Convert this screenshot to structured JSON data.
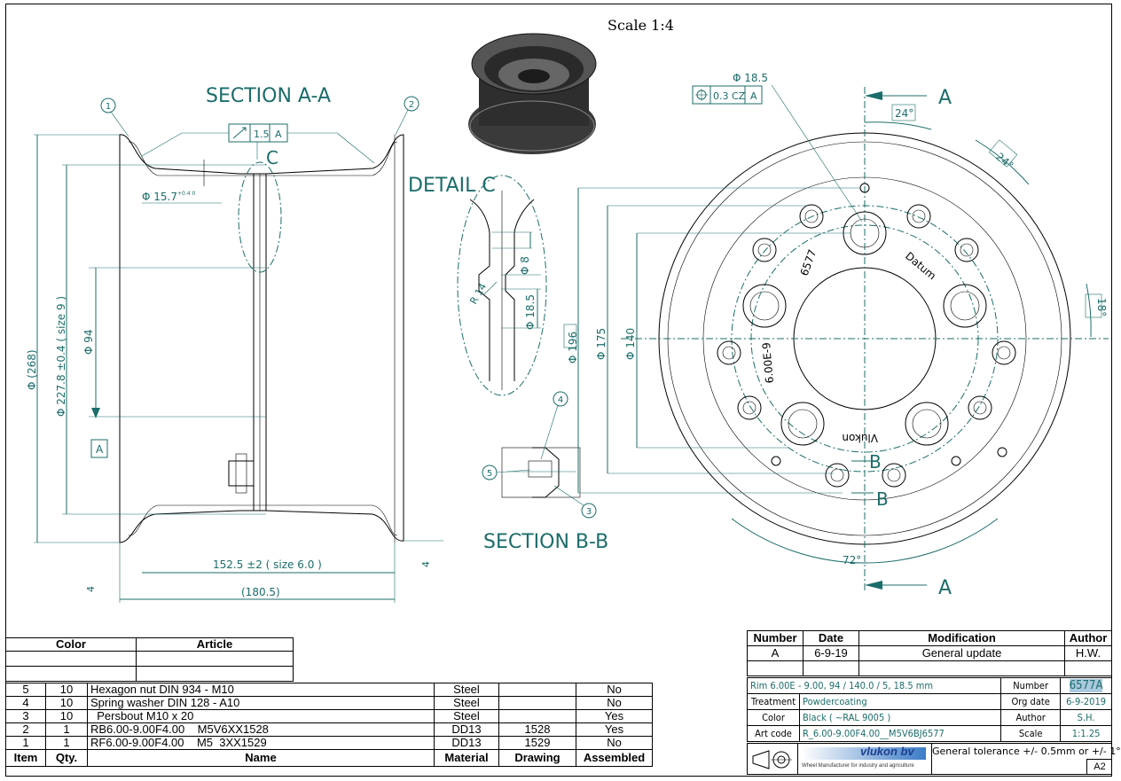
{
  "sheet": {
    "scale_title": "Scale 1:4",
    "section_aa": "SECTION A-A",
    "section_bb": "SECTION B-B",
    "detail_c": "DETAIL C",
    "label_c": "C",
    "label_a": "A",
    "label_b": "B",
    "balloons": [
      "1",
      "2",
      "3",
      "4",
      "5"
    ],
    "dims": {
      "d268": "Φ (268)",
      "d2278": "Φ 227.8 ±0.4 ( size 9 )",
      "d94": "Φ 94",
      "d157": "Φ 15.7",
      "tol157": "+0.4 0",
      "w1525": "152.5 ±2 ( size 6.0 )",
      "w1805": "(180.5)",
      "four": "4",
      "tol_value": "1.5",
      "tol_ref": "A",
      "d185top": "Φ 18.5",
      "pos_tol": "0.3 CZ",
      "pos_ref": "A",
      "a24a": "24°",
      "a24b": "24°",
      "a18": "18°",
      "a72": "72°",
      "d196": "Φ 196",
      "d175": "Φ 175",
      "d140": "Φ 140",
      "r14": "R 14",
      "d8": "Φ 8",
      "d185": "Φ 18.5",
      "stamp_6577": "6577",
      "stamp_datum": "Datum",
      "stamp_size": "6.00E-9",
      "stamp_vlukon": "Vlukon"
    }
  },
  "bom": {
    "top_headers": [
      "Color",
      "Article"
    ],
    "rows": [
      {
        "item": "5",
        "qty": "10",
        "name": "Hexagon nut DIN 934 - M10",
        "material": "Steel",
        "drawing": "",
        "assembled": "No"
      },
      {
        "item": "4",
        "qty": "10",
        "name": "Spring washer DIN 128 - A10",
        "material": "Steel",
        "drawing": "",
        "assembled": "No"
      },
      {
        "item": "3",
        "qty": "10",
        "name": "  Persbout M10 x 20",
        "material": "Steel",
        "drawing": "",
        "assembled": "Yes"
      },
      {
        "item": "2",
        "qty": "1",
        "name": "RB6.00-9.00F4.00    M5V6XX1528",
        "material": "DD13",
        "drawing": "1528",
        "assembled": "Yes"
      },
      {
        "item": "1",
        "qty": "1",
        "name": "RF6.00-9.00F4.00    M5  3XX1529",
        "material": "DD13",
        "drawing": "1529",
        "assembled": "No"
      }
    ],
    "headers": {
      "item": "Item",
      "qty": "Qty.",
      "name": "Name",
      "material": "Material",
      "drawing": "Drawing",
      "assembled": "Assembled"
    }
  },
  "revision": {
    "headers": {
      "number": "Number",
      "date": "Date",
      "modification": "Modification",
      "author": "Author"
    },
    "row": {
      "number": "A",
      "date": "6-9-19",
      "modification": "General update",
      "author": "H.W."
    }
  },
  "titleblock": {
    "description": "Rim 6.00E - 9.00,  94 / 140.0 / 5,  18.5 mm",
    "number_label": "Number",
    "number": "6577A",
    "treatment_label": "Treatment",
    "treatment": "Powdercoating",
    "org_date_label": "Org date",
    "org_date": "6-9-2019",
    "color_label": "Color",
    "color": "Black ( ~RAL 9005 )",
    "author_label": "Author",
    "author": "S.H.",
    "artcode_label": "Art code",
    "artcode": "R_6.00-9.00F4.00__M5V6BJ6577",
    "scale_label": "Scale",
    "scale": "1:1.25",
    "logo_text": "vlukon bv",
    "logo_sub": "Wheel Manufacturer for industry and agriculture",
    "general_tolerance": "General tolerance +/- 0.5mm or +/- 1°",
    "size": "A2"
  }
}
